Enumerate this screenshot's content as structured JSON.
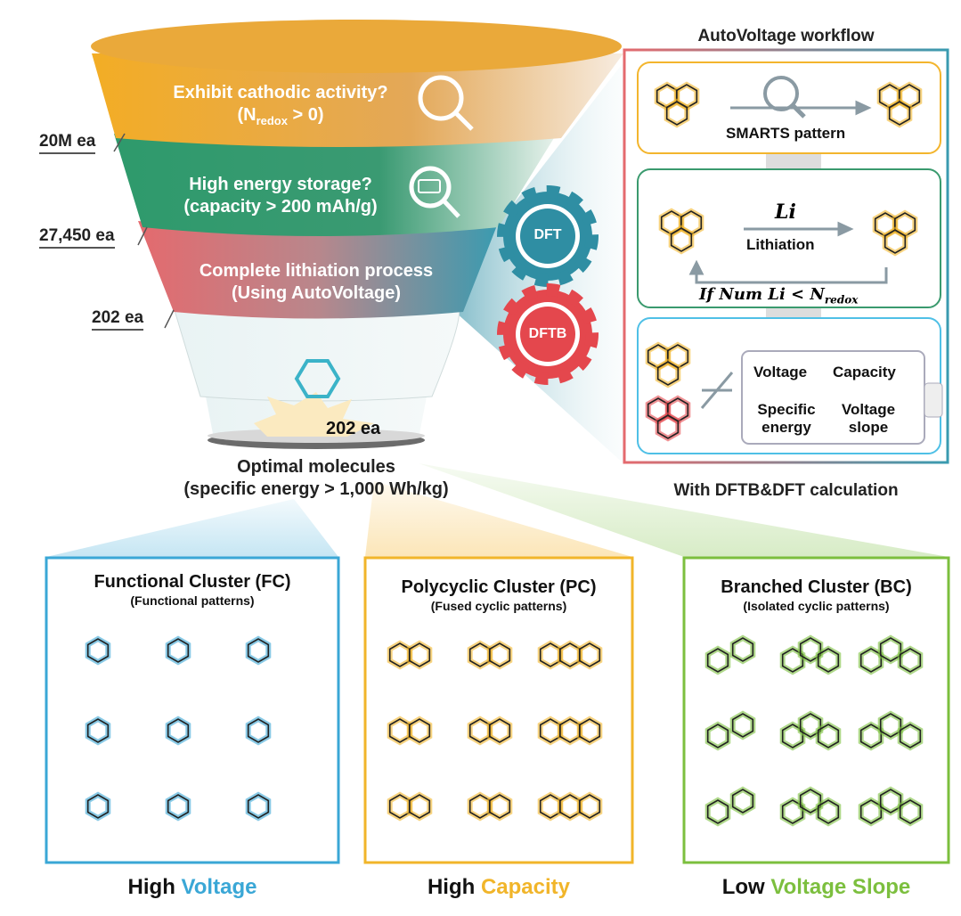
{
  "funnel": {
    "stage1": {
      "line1": "Exhibit cathodic activity?",
      "line2_prefix": "(N",
      "line2_sub": "redox",
      "line2_suffix": " > 0)"
    },
    "stage2": {
      "line1": "High energy storage?",
      "line2": "(capacity > 200 mAh/g)"
    },
    "stage3": {
      "line1": "Complete lithiation process",
      "line2": "(Using AutoVoltage)"
    },
    "counts": [
      "20M ea",
      "27,450 ea",
      "202 ea"
    ],
    "result_count": "202 ea",
    "result_title": "Optimal molecules",
    "result_sub": "(specific energy > 1,000 Wh/kg)",
    "colors": {
      "orange": "#f0ad2e",
      "green": "#2e9a6c",
      "red": "#e46a6e",
      "teal": "#3a9bb0"
    }
  },
  "gears": {
    "dft": "DFT",
    "dftb": "DFTB"
  },
  "workflow": {
    "title": "AutoVoltage workflow",
    "step1_label": "SMARTS pattern",
    "step2_reagent": "Li",
    "step2_label": "Lithiation",
    "step2_loop": "If Num Li < N",
    "step2_loop_sub": "redox",
    "outputs": [
      "Voltage",
      "Capacity",
      "Specific energy",
      "Voltage slope"
    ],
    "caption": "With DFTB&DFT calculation"
  },
  "clusters": [
    {
      "title": "Functional Cluster (FC)",
      "subtitle": "(Functional patterns)",
      "label_plain": "High ",
      "label_color": "Voltage",
      "color": "#3aa7d6"
    },
    {
      "title": "Polycyclic Cluster (PC)",
      "subtitle": "(Fused cyclic patterns)",
      "label_plain": "High ",
      "label_color": "Capacity",
      "color": "#f1b52a"
    },
    {
      "title": "Branched Cluster (BC)",
      "subtitle": "(Isolated cyclic patterns)",
      "label_plain": "Low ",
      "label_color": "Voltage Slope",
      "color": "#7cbf3e"
    }
  ]
}
